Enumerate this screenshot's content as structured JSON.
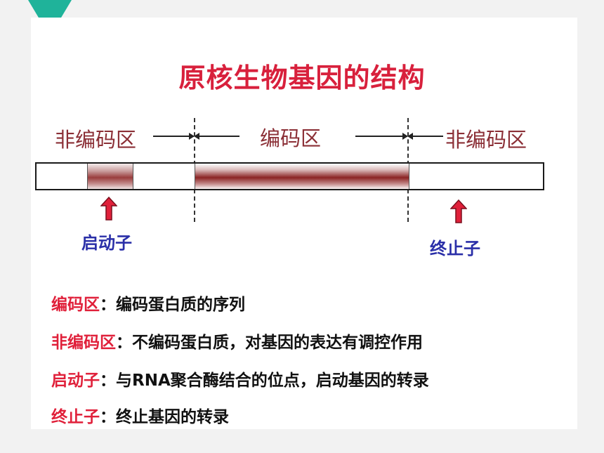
{
  "title": "原核生物基因的结构",
  "diagram": {
    "left_region": "非编码区",
    "middle_region": "编码区",
    "right_region": "非编码区",
    "promoter_label": "启动子",
    "terminator_label": "终止子"
  },
  "definitions": [
    {
      "term": "编码区",
      "sep": "：",
      "text": "编码蛋白质的序列"
    },
    {
      "term": "非编码区",
      "sep": "：",
      "text": "不编码蛋白质，对基因的表达有调控作用"
    },
    {
      "term": "启动子",
      "sep": "：",
      "text": "与RNA聚合酶结合的位点，启动基因的转录"
    },
    {
      "term": "终止子",
      "sep": "：",
      "text": "终止基因的转录"
    }
  ],
  "colors": {
    "accent_teal": "#1fb39a",
    "title_red": "#d8203c",
    "region_label": "#8b2f36",
    "site_label_blue": "#2a2fa8",
    "arrow_red": "#e0203a"
  }
}
